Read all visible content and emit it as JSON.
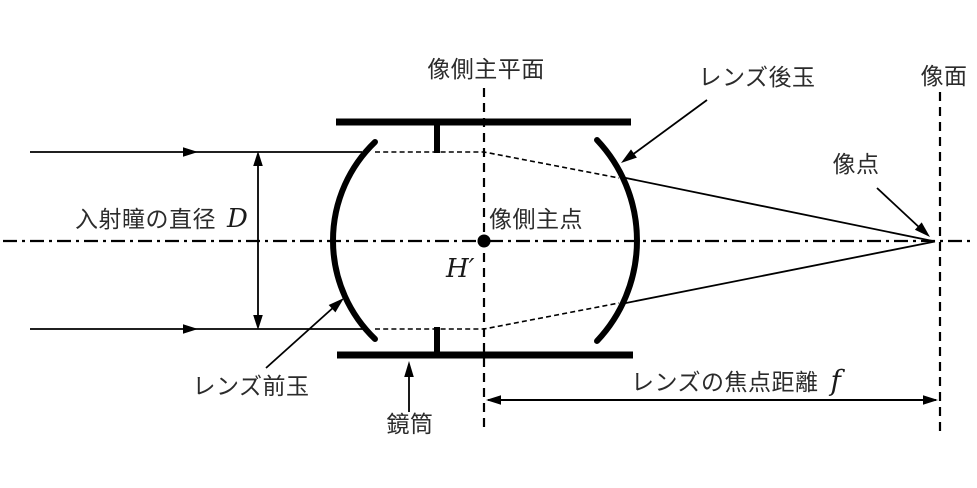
{
  "diagram": {
    "colors": {
      "ink": "#000000",
      "background": "#ffffff"
    },
    "labels": {
      "principal_plane": "像側主平面",
      "rear_lens": "レンズ後玉",
      "image_plane": "像面",
      "image_point": "像点",
      "entrance_pupil": "入射瞳の直径",
      "entrance_pupil_var": "D",
      "principal_point": "像側主点",
      "principal_point_var": "H′",
      "front_lens": "レンズ前玉",
      "barrel": "鏡筒",
      "focal_length": "レンズの焦点距離",
      "focal_length_var": "f"
    }
  }
}
